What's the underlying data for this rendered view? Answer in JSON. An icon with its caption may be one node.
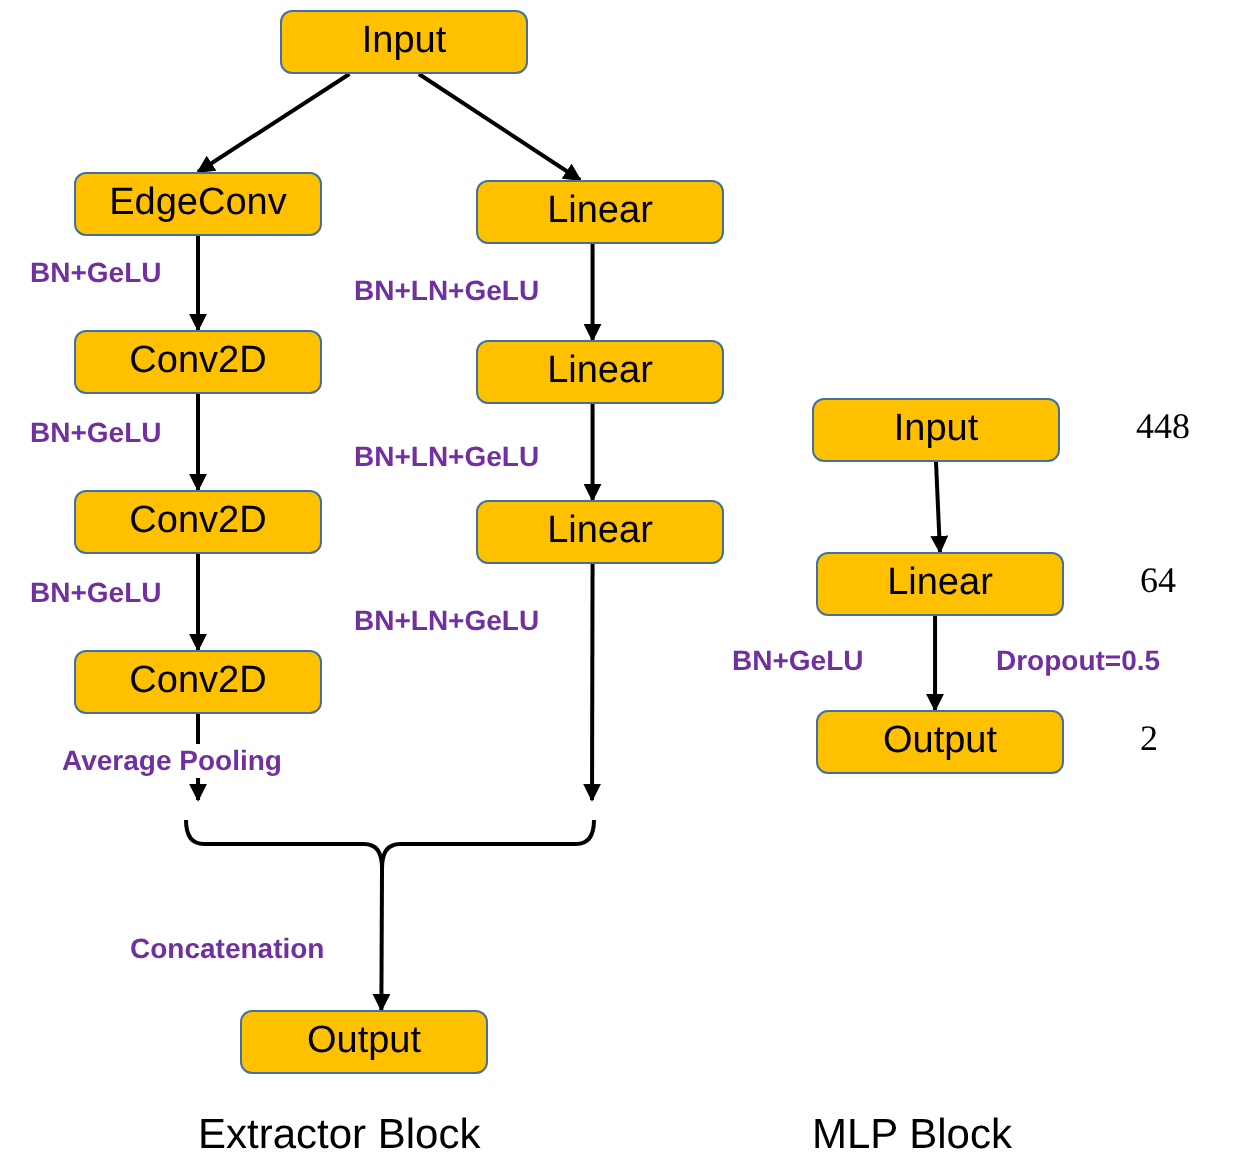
{
  "diagram": {
    "nodes": [
      {
        "text": [
          "Input"
        ]
      },
      {
        "text": [
          "EdgeConv"
        ]
      },
      {
        "text": [
          "Linear"
        ]
      },
      {
        "text": [
          "Conv2D"
        ]
      },
      {
        "text": [
          "Linear"
        ]
      },
      {
        "text": [
          "Conv2D"
        ]
      },
      {
        "text": [
          "Linear"
        ]
      },
      {
        "text": [
          "Conv2D"
        ]
      },
      {
        "text": [
          "Output"
        ]
      },
      {
        "text": [
          "Input"
        ],
        "beside": [
          "448"
        ]
      },
      {
        "text": [
          "Linear"
        ],
        "beside": [
          "64"
        ]
      },
      {
        "text": [
          "Output"
        ],
        "beside": [
          "2"
        ]
      },
      {
        "text": [],
        "shape": "bracket"
      }
    ],
    "edges": [
      {
        "from": 0,
        "to": 1,
        "arrow": "to"
      },
      {
        "from": 0,
        "to": 2,
        "arrow": "to"
      },
      {
        "from": 1,
        "to": 3,
        "arrow": "to",
        "label": "BN+GeLU"
      },
      {
        "from": 3,
        "to": 5,
        "arrow": "to",
        "label": "BN+GeLU"
      },
      {
        "from": 5,
        "to": 7,
        "arrow": "to",
        "label": "BN+GeLU"
      },
      {
        "from": 2,
        "to": 4,
        "arrow": "to",
        "label": "BN+LN+GeLU"
      },
      {
        "from": 4,
        "to": 6,
        "arrow": "to",
        "label": "BN+LN+GeLU"
      },
      {
        "from": 7,
        "to": 12,
        "arrow": "to",
        "label": "Average Pooling"
      },
      {
        "from": 6,
        "to": 12,
        "arrow": "to",
        "label": "BN+LN+GeLU"
      },
      {
        "from": 12,
        "to": 8,
        "arrow": "to",
        "label": "Concatenation"
      },
      {
        "from": 9,
        "to": 10,
        "arrow": "to"
      },
      {
        "from": 10,
        "to": 11,
        "arrow": "to",
        "label": "BN+GeLU"
      }
    ],
    "labels": [
      "Dropout=0.5",
      "Extractor Block",
      "MLP Block"
    ]
  }
}
